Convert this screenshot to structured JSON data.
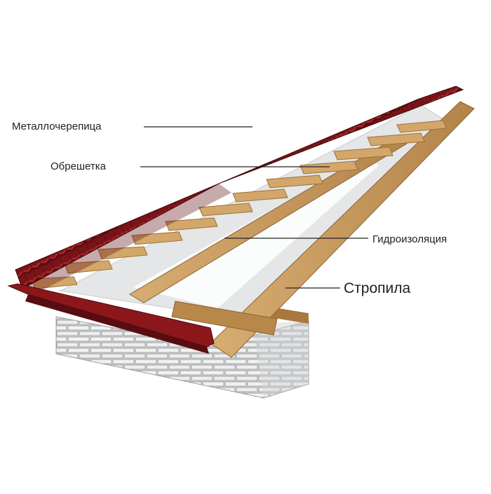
{
  "labels": {
    "tile": "Металлочерепица",
    "batten": "Обрешетка",
    "membrane": "Гидроизоляция",
    "rafters": "Стропила"
  },
  "colors": {
    "tile": "#7a1418",
    "tile_dark": "#4e0a0e",
    "wood": "#c99a5e",
    "wood_dark": "#9c7038",
    "membrane": "#e4e6e7",
    "brick": "#d9dadb",
    "line": "#222222"
  }
}
